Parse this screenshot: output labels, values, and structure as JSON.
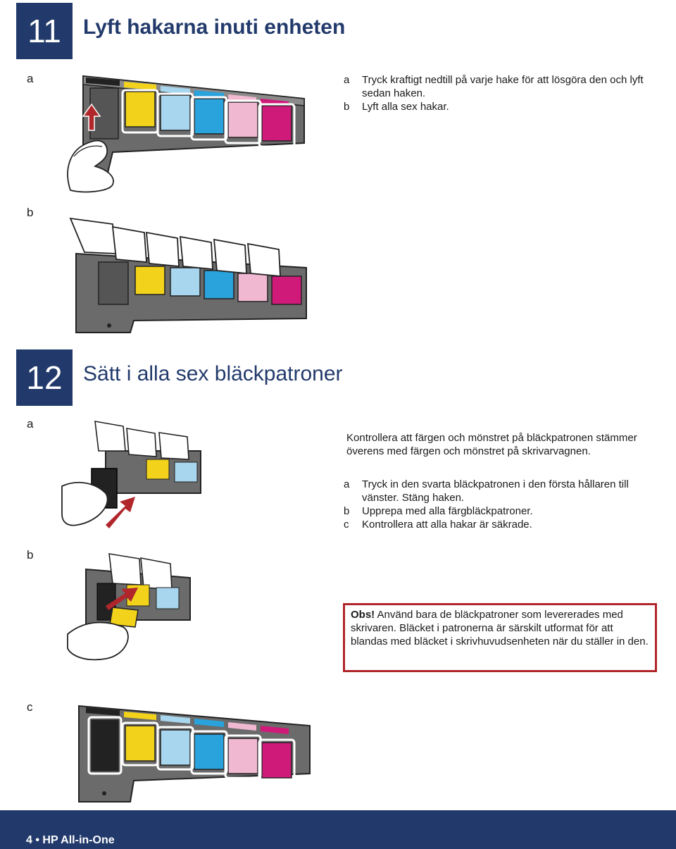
{
  "step11": {
    "number": "11",
    "title": "Lyft hakarna inuti enheten",
    "fig_a_label": "a",
    "fig_b_label": "b",
    "instructions": [
      {
        "key": "a",
        "text": "Tryck kraftigt nedtill på varje hake för att lösgöra den och lyft sedan haken."
      },
      {
        "key": "b",
        "text": "Lyft alla sex hakar."
      }
    ]
  },
  "step12": {
    "number": "12",
    "title": "Sätt i alla sex bläckpatroner",
    "fig_a_label": "a",
    "fig_b_label": "b",
    "fig_c_label": "c",
    "intro": "Kontrollera att färgen och mönstret på bläckpatronen stämmer överens med färgen och mönstret på skrivarvagnen.",
    "instructions": [
      {
        "key": "a",
        "text": "Tryck in den svarta bläckpatronen i den första hållaren till vänster. Stäng haken."
      },
      {
        "key": "b",
        "text": "Upprepa med alla färgbläckpatroner."
      },
      {
        "key": "c",
        "text": "Kontrollera att alla hakar är säkrade."
      }
    ],
    "note_label": "Obs!",
    "note_text": " Använd bara de bläckpatroner som levererades med skrivaren. Bläcket i patronerna är särskilt utformat för att blandas med bläcket i skrivhuvudsenheten när du ställer in den."
  },
  "footer": {
    "text": "4 • HP All-in-One"
  },
  "colors": {
    "accent_navy": "#223a6b",
    "note_border": "#b1262b",
    "ink_black": "#222222",
    "ink_yellow": "#f2d21a",
    "ink_light_cyan": "#a8d6ee",
    "ink_cyan": "#2aa2db",
    "ink_light_magenta": "#f1b8d2",
    "ink_magenta": "#d01a7a",
    "arrow_red": "#b1262b"
  }
}
